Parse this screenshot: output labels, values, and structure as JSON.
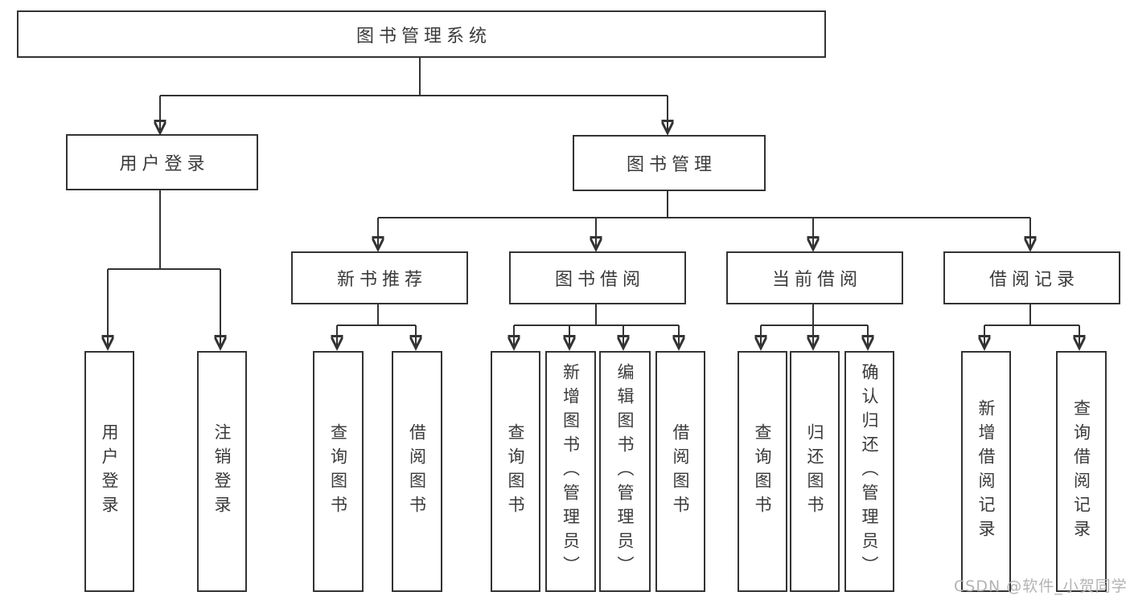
{
  "diagram_title": "图书管理系统",
  "tree": {
    "root": {
      "label": "图书管理系统"
    },
    "branches": [
      {
        "label": "用户登录",
        "children": [
          {
            "label": "用户登录"
          },
          {
            "label": "注销登录"
          }
        ]
      },
      {
        "label": "图书管理",
        "children": [
          {
            "label": "新书推荐",
            "children": [
              {
                "label": "查询图书"
              },
              {
                "label": "借阅图书"
              }
            ]
          },
          {
            "label": "图书借阅",
            "children": [
              {
                "label": "查询图书"
              },
              {
                "label": "新增图书（管理员）"
              },
              {
                "label": "编辑图书（管理员）"
              },
              {
                "label": "借阅图书"
              }
            ]
          },
          {
            "label": "当前借阅",
            "children": [
              {
                "label": "查询图书"
              },
              {
                "label": "归还图书"
              },
              {
                "label": "确认归还（管理员）"
              }
            ]
          },
          {
            "label": "借阅记录",
            "children": [
              {
                "label": "新增借阅记录"
              },
              {
                "label": "查询借阅记录"
              }
            ]
          }
        ]
      }
    ]
  },
  "watermark": "CSDN @软件_小贺同学",
  "colors": {
    "line": "#333333",
    "text": "#3a3a3a",
    "box_background": "#ffffff",
    "watermark": "#b3b3b3",
    "background": "#ffffff"
  }
}
